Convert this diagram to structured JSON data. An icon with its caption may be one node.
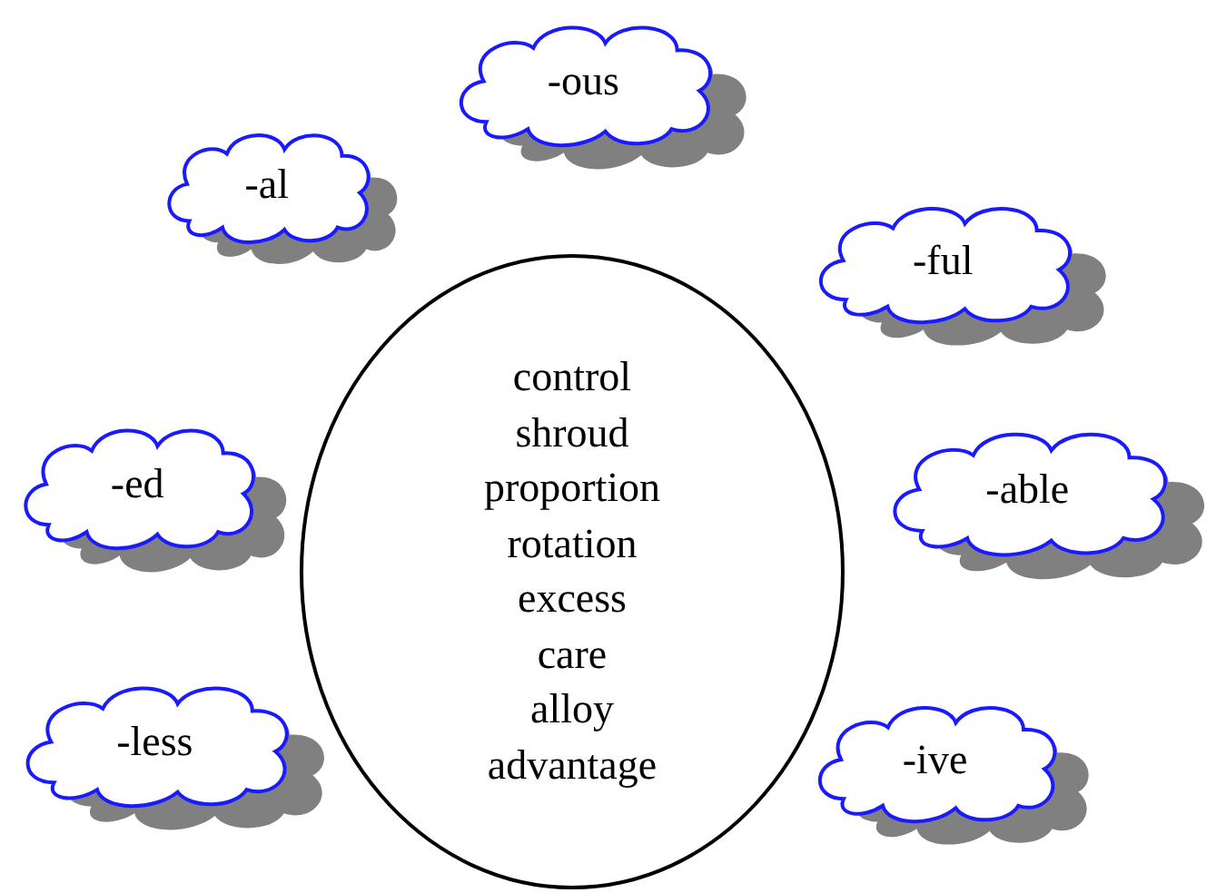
{
  "diagram": {
    "nodes": [
      {
        "text": [
          "-ous"
        ]
      },
      {
        "text": [
          "-al"
        ]
      },
      {
        "text": [
          "-ful"
        ]
      },
      {
        "text": [
          "control",
          "shroud",
          "proportion",
          "rotation",
          "excess",
          "care",
          "alloy",
          "advantage"
        ]
      },
      {
        "text": [
          "-ed"
        ]
      },
      {
        "text": [
          "-able"
        ]
      },
      {
        "text": [
          "-less"
        ]
      },
      {
        "text": [
          "-ive"
        ]
      }
    ],
    "edges": []
  }
}
